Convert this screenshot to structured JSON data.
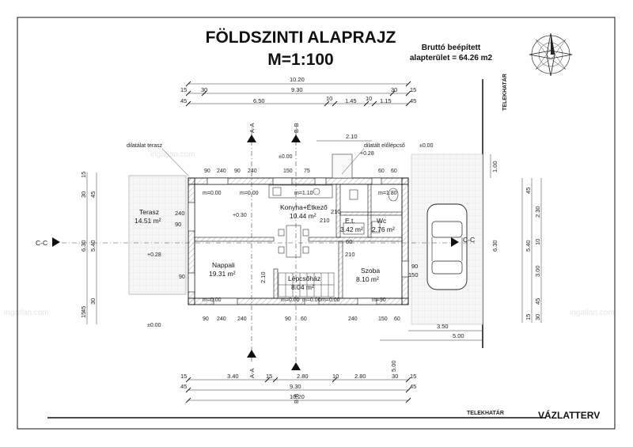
{
  "title_line1": "FÖLDSZINTI ALAPRAJZ",
  "title_line2": "M=1:100",
  "area_line1": "Bruttó beépített",
  "area_line2": "alapterület = 64.26 m2",
  "sketch_label": "VÁZLATTERV",
  "boundary_label": "TELEKHATÁR",
  "watermark": "ingatlan.com",
  "notes": {
    "terrace_material": "dilatálat terasz",
    "porch_material": "dilatált előlépcső",
    "level_zero": "±0.00",
    "level_porch": "+0.28",
    "level_terrace": "+0.30",
    "level_side": "+0.28"
  },
  "sections": {
    "aa": "A-A",
    "bb": "B-B",
    "cc": "C-C"
  },
  "rooms": [
    {
      "name": "Terasz",
      "area": "14.51 m²"
    },
    {
      "name": "Konyha+Étkező",
      "area": "10.44 m²"
    },
    {
      "name": "E.t.",
      "area": "3.42 m²"
    },
    {
      "name": "Wc",
      "area": "2.76 m²"
    },
    {
      "name": "Nappali",
      "area": "19.31 m²"
    },
    {
      "name": "Lépcsőház",
      "area": "8.04 m²"
    },
    {
      "name": "Szoba",
      "area": "8.10 m²"
    }
  ],
  "dims_top": {
    "overall": "10.20",
    "row2": [
      "15",
      "30",
      "9.30",
      "30",
      "15"
    ],
    "row3": [
      "45",
      "6.50",
      "10",
      "1.45",
      "10",
      "1.15",
      "45"
    ]
  },
  "dims_bottom": {
    "row1": [
      "15",
      "3.40",
      "15",
      "2.80",
      "10",
      "2.80",
      "30",
      "15"
    ],
    "row2": [
      "45",
      "9.30",
      "45"
    ],
    "overall": "10.20"
  },
  "dims_left": [
    "15",
    "30",
    "6.30",
    "5.40",
    "30",
    "15",
    "45",
    "45"
  ],
  "dims_right": [
    "45",
    "2.30",
    "10",
    "3.00",
    "45",
    "6.30",
    "5.40",
    "15",
    "30"
  ],
  "dims_misc": [
    "2.10",
    "1.00",
    "3.50",
    "5.00",
    "5.00",
    "2.10",
    "210",
    "210",
    "210",
    "150",
    "90",
    "240",
    "60",
    "90"
  ],
  "openings_top": [
    "90",
    "240",
    "90",
    "240",
    "150",
    "75",
    "60",
    "60"
  ],
  "openings_bottom": [
    "90",
    "240",
    "240",
    "90",
    "60",
    "240",
    "150",
    "60",
    "90"
  ],
  "floor_levels": [
    "m=0.00",
    "m=0.00",
    "m=1.10",
    "m=1.80",
    "m=0.00",
    "m=0.00",
    "m=0.00",
    "m=0.00",
    "m=90"
  ]
}
